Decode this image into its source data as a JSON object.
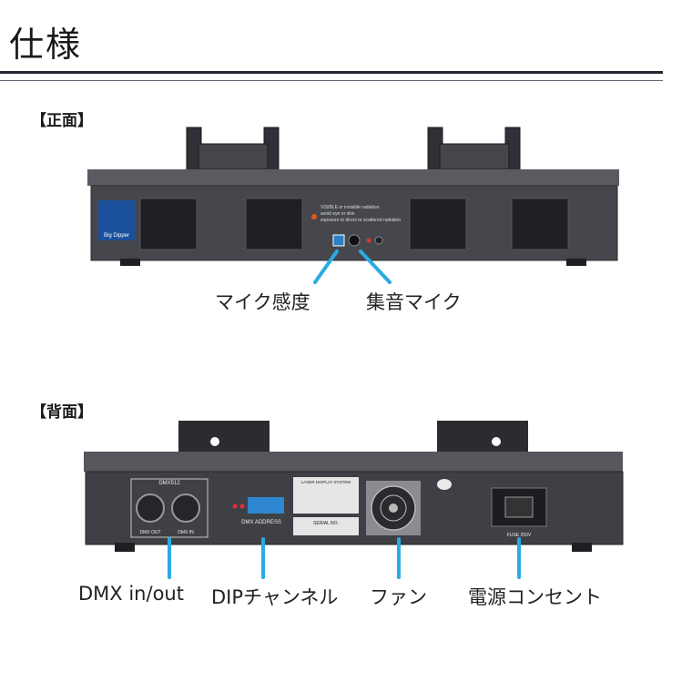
{
  "page_title": "仕様",
  "front": {
    "heading": "【正面】",
    "logo_text": "Big Dipper",
    "warning_lines": [
      "VISIBLE or invisible radiation.",
      "avoid eye or skin",
      "exposure to direct or scattered radiation"
    ],
    "callouts": {
      "mic_sensitivity": "マイク感度",
      "mic": "集音マイク"
    }
  },
  "back": {
    "heading": "【背面】",
    "panel_labels": {
      "dmx512": "DMX512",
      "dmx_out": "DMX OUT",
      "dmx_in": "DMX IN",
      "dmx_address": "DMX ADDRESS",
      "serial": "SERIAL NO.",
      "system": "LASER DISPLAY SYSTEM",
      "fuse": "FUSE 250V"
    },
    "callouts": {
      "dmx": "DMX in/out",
      "dip": "DIPチャンネル",
      "fan": "ファン",
      "power": "電源コンセント"
    }
  },
  "colors": {
    "accent": "#29abe2",
    "body": "#4a4c52",
    "panel": "#3b3d42",
    "rule": "#2a2233"
  }
}
